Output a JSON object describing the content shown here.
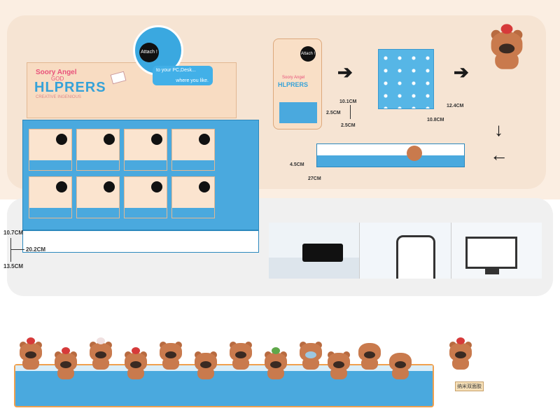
{
  "display_box": {
    "brand_line1": "Soory Angel",
    "brand_line2": "GOD",
    "brand_title": "HLPRERS",
    "tagline": "CREATIVE INGENIOUS",
    "pack_label": "Attach !",
    "attach_bubble": "Attach !",
    "speech_line1": "to your PC,Desk...",
    "speech_line2": "where you like."
  },
  "dimensions_box": {
    "height": "10.7CM",
    "width": "20.2CM",
    "depth": "13.5CM"
  },
  "tall_pack": {
    "dot_label": "Attach !",
    "sub": "Soory Angel",
    "title": "HLPRERS",
    "height": "10.1CM",
    "width": "2.5CM",
    "depth": "2.5CM"
  },
  "pattern_sheet": {
    "height": "12.4CM",
    "width": "10.8CM"
  },
  "strip": {
    "height": "4.5CM",
    "width": "27CM"
  },
  "single_label": "纳米双面胶",
  "colors": {
    "brand_blue": "#4aa9de",
    "cream": "#f6e4d3",
    "bear_brown": "#c97a4d"
  },
  "icons": {
    "arrow_right": "arrow-right-icon",
    "arrow_down": "arrow-down-icon",
    "arrow_left": "arrow-left-icon"
  }
}
